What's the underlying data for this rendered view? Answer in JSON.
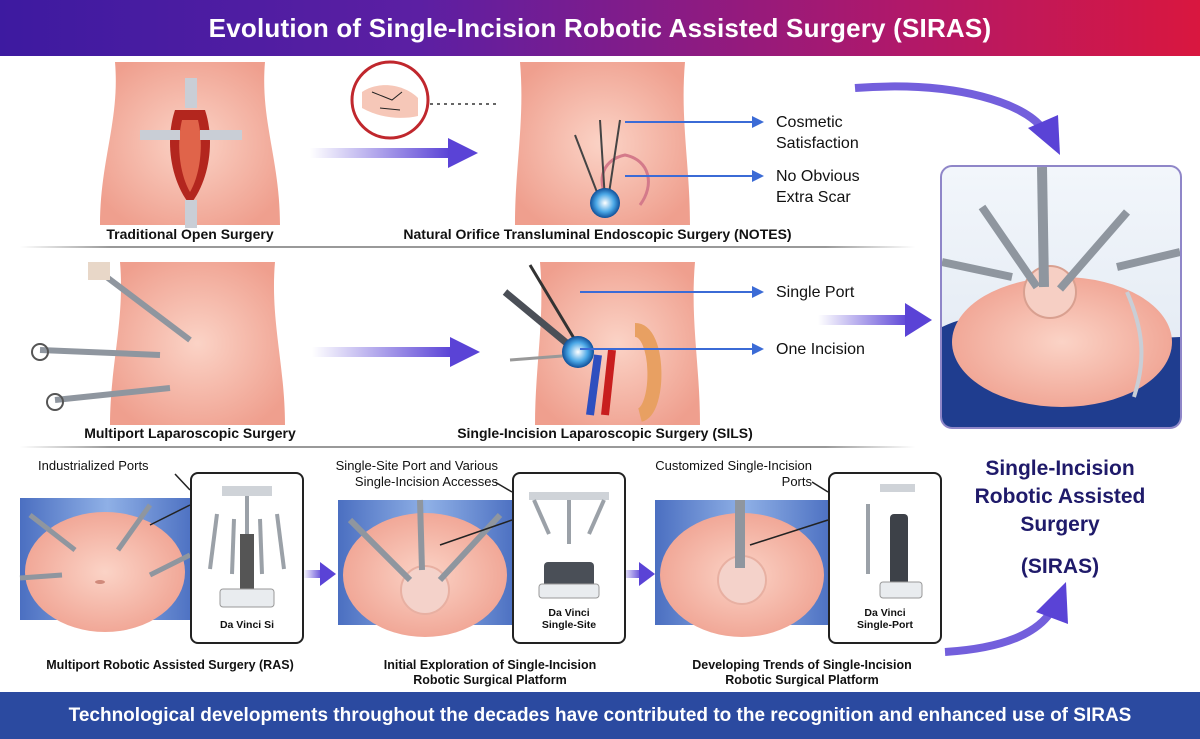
{
  "title": "Evolution of Single-Incision Robotic Assisted Surgery (SIRAS)",
  "footer": "Technological developments throughout the decades have contributed to the recognition and enhanced use of SIRAS",
  "row1": {
    "open_caption": "Traditional Open Surgery",
    "notes_caption": "Natural Orifice Transluminal Endoscopic Surgery (NOTES)",
    "benefit1_line1": "Cosmetic",
    "benefit1_line2": "Satisfaction",
    "benefit2_line1": "No Obvious",
    "benefit2_line2": "Extra Scar"
  },
  "row2": {
    "multiport_caption": "Multiport Laparoscopic Surgery",
    "sils_caption": "Single-Incision Laparoscopic Surgery (SILS)",
    "benefit1": "Single Port",
    "benefit2": "One Incision"
  },
  "row3": {
    "ports1": "Industrialized Ports",
    "ports2_line1": "Single-Site Port and Various",
    "ports2_line2": "Single-Incision Accesses",
    "ports3_line1": "Customized Single-Incision",
    "ports3_line2": "Ports",
    "robot1": "Da Vinci Si",
    "robot2_line1": "Da Vinci",
    "robot2_line2": "Single-Site",
    "robot3_line1": "Da Vinci",
    "robot3_line2": "Single-Port",
    "cap1": "Multiport Robotic Assisted Surgery (RAS)",
    "cap2_line1": "Initial Exploration of Single-Incision",
    "cap2_line2": "Robotic Surgical Platform",
    "cap3_line1": "Developing Trends of Single-Incision",
    "cap3_line2": "Robotic Surgical Platform"
  },
  "siras": {
    "line1": "Single-Incision",
    "line2": "Robotic Assisted",
    "line3": "Surgery",
    "abbr": "(SIRAS)"
  },
  "colors": {
    "arrow": "#5a43d6",
    "skin": "#f6b9a8",
    "header_start": "#3d1aa0",
    "header_end": "#d9173f",
    "footer": "#2b4aa0",
    "siras_text": "#1f1a6a"
  }
}
